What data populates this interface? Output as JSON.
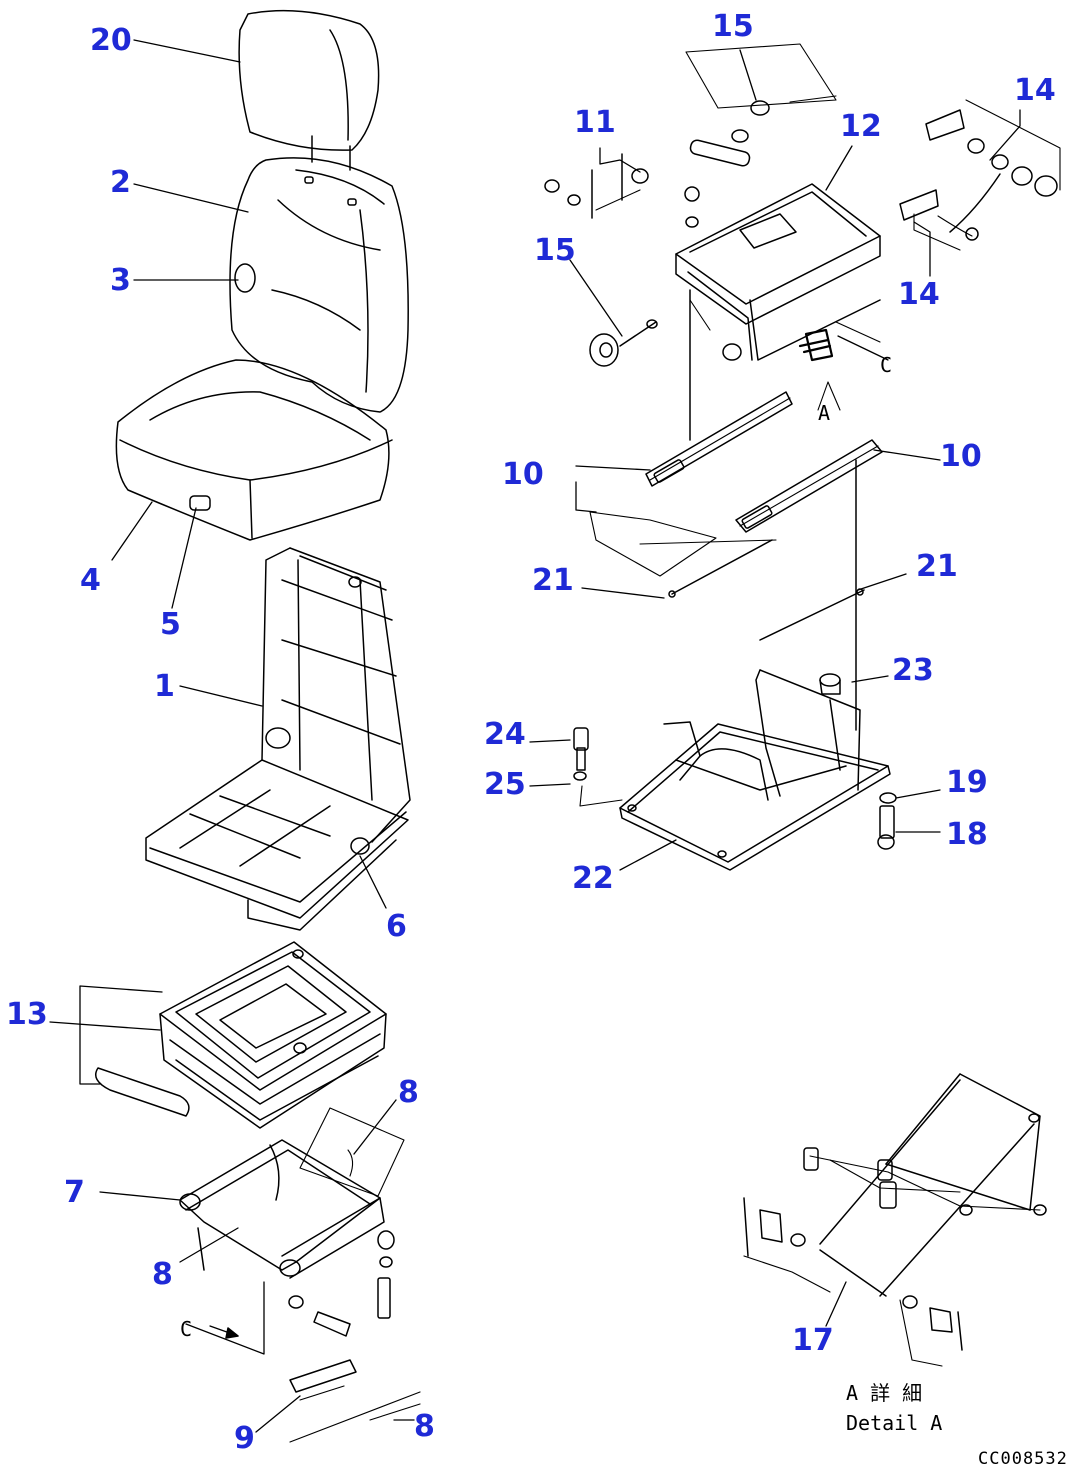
{
  "diagram": {
    "callouts": [
      {
        "id": "c20",
        "label": "20"
      },
      {
        "id": "c2",
        "label": "2"
      },
      {
        "id": "c3",
        "label": "3"
      },
      {
        "id": "c4",
        "label": "4"
      },
      {
        "id": "c5",
        "label": "5"
      },
      {
        "id": "c1",
        "label": "1"
      },
      {
        "id": "c6",
        "label": "6"
      },
      {
        "id": "c13",
        "label": "13"
      },
      {
        "id": "c8a",
        "label": "8"
      },
      {
        "id": "c7",
        "label": "7"
      },
      {
        "id": "c8b",
        "label": "8"
      },
      {
        "id": "c9",
        "label": "9"
      },
      {
        "id": "c8c",
        "label": "8"
      },
      {
        "id": "c15a",
        "label": "15"
      },
      {
        "id": "c11",
        "label": "11"
      },
      {
        "id": "c12",
        "label": "12"
      },
      {
        "id": "c14a",
        "label": "14"
      },
      {
        "id": "c15b",
        "label": "15"
      },
      {
        "id": "c14b",
        "label": "14"
      },
      {
        "id": "c10a",
        "label": "10"
      },
      {
        "id": "c10b",
        "label": "10"
      },
      {
        "id": "c21a",
        "label": "21"
      },
      {
        "id": "c21b",
        "label": "21"
      },
      {
        "id": "c23",
        "label": "23"
      },
      {
        "id": "c24",
        "label": "24"
      },
      {
        "id": "c25",
        "label": "25"
      },
      {
        "id": "c19",
        "label": "19"
      },
      {
        "id": "c18",
        "label": "18"
      },
      {
        "id": "c22",
        "label": "22"
      },
      {
        "id": "c17",
        "label": "17"
      }
    ],
    "view_markers": {
      "arrow_a": "A",
      "arrow_c_top": "C",
      "arrow_c_bottom": "C"
    },
    "detail_caption": {
      "line1": "A 詳 細",
      "line2": "Detail A"
    },
    "document_number": "CC008532"
  },
  "colors": {
    "callout": "#1f2ad6",
    "linework": "#000000",
    "background": "#ffffff"
  }
}
